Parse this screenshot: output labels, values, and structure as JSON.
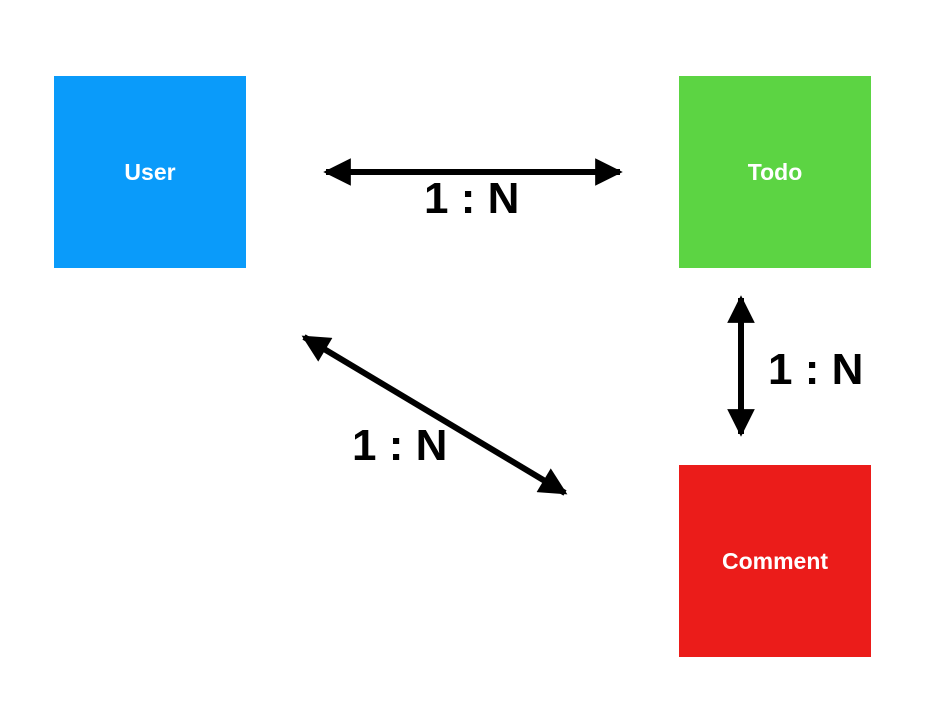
{
  "diagram": {
    "entities": [
      {
        "id": "user",
        "label": "User",
        "color": "#0A9BFA"
      },
      {
        "id": "todo",
        "label": "Todo",
        "color": "#5CD443"
      },
      {
        "id": "comment",
        "label": "Comment",
        "color": "#EB1C1A"
      }
    ],
    "relations": [
      {
        "from": "user",
        "to": "todo",
        "label": "1 : N"
      },
      {
        "from": "todo",
        "to": "comment",
        "label": "1 : N"
      },
      {
        "from": "user",
        "to": "comment",
        "label": "1 : N"
      }
    ],
    "arrow_color": "#000000"
  }
}
